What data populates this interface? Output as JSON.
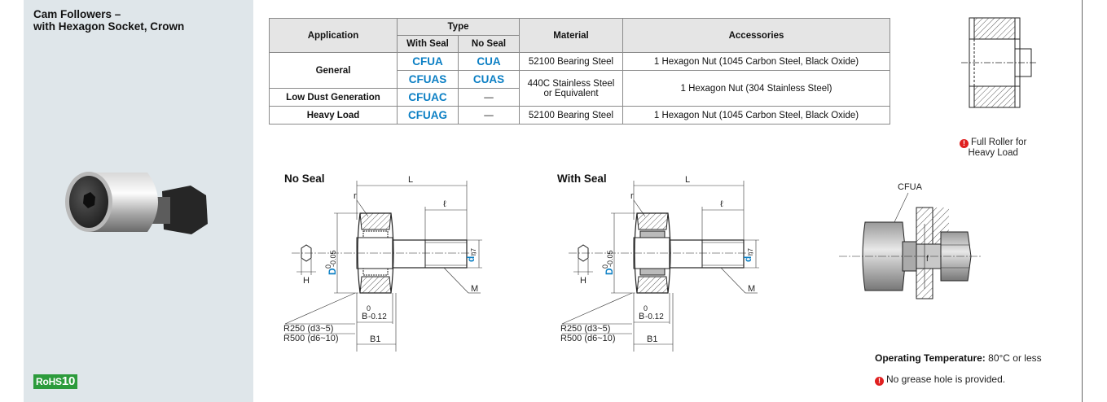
{
  "product": {
    "title": "Cam Followers –\nwith Hexagon Socket, Crown",
    "rohs_prefix": "RoHS",
    "rohs_number": "10"
  },
  "table": {
    "headers": {
      "application": "Application",
      "type": "Type",
      "with_seal": "With Seal",
      "no_seal": "No Seal",
      "material": "Material",
      "accessories": "Accessories"
    },
    "rows": [
      {
        "application": "General",
        "with_seal": "CFUA",
        "no_seal": "CUA",
        "material": "52100 Bearing Steel",
        "accessories": "1 Hexagon Nut (1045 Carbon Steel, Black Oxide)"
      },
      {
        "application": "",
        "with_seal": "CFUAS",
        "no_seal": "CUAS",
        "material": "440C Stainless Steel or Equivalent",
        "accessories": "1 Hexagon Nut (304 Stainless Steel)"
      },
      {
        "application": "Low Dust Generation",
        "with_seal": "CFUAC",
        "no_seal": "—",
        "material": "",
        "accessories": ""
      },
      {
        "application": "Heavy Load",
        "with_seal": "CFUAG",
        "no_seal": "—",
        "material": "52100 Bearing Steel",
        "accessories": "1 Hexagon Nut (1045 Carbon Steel, Black Oxide)"
      }
    ]
  },
  "full_roller_note": "Full Roller for\nHeavy Load",
  "diagrams": {
    "no_seal_title": "No Seal",
    "with_seal_title": "With Seal",
    "dim_L": "L",
    "dim_l": "ℓ",
    "dim_r": "r",
    "dim_M": "M",
    "dim_H": "H",
    "dim_D": "D",
    "dim_D_tol": "-0.05",
    "dim_d": "d",
    "dim_d_tol": "h7",
    "dim_B_tol": "-0.12",
    "dim_zero": "0",
    "dim_B": "B",
    "dim_B1": "B1",
    "crown_1": "R250 (d3~5)",
    "crown_2": "R500 (d6~10)",
    "install_label": "CFUA",
    "dim_f": "f"
  },
  "operating_temp_label": "Operating Temperature:",
  "operating_temp_value": " 80°C or less",
  "grease_note": "No grease hole is provided.",
  "colors": {
    "accent_blue": "#0b7fc4",
    "rohs_green": "#2c9b3c",
    "warning_red": "#e02020",
    "panel_bg": "#dfe6ea"
  }
}
